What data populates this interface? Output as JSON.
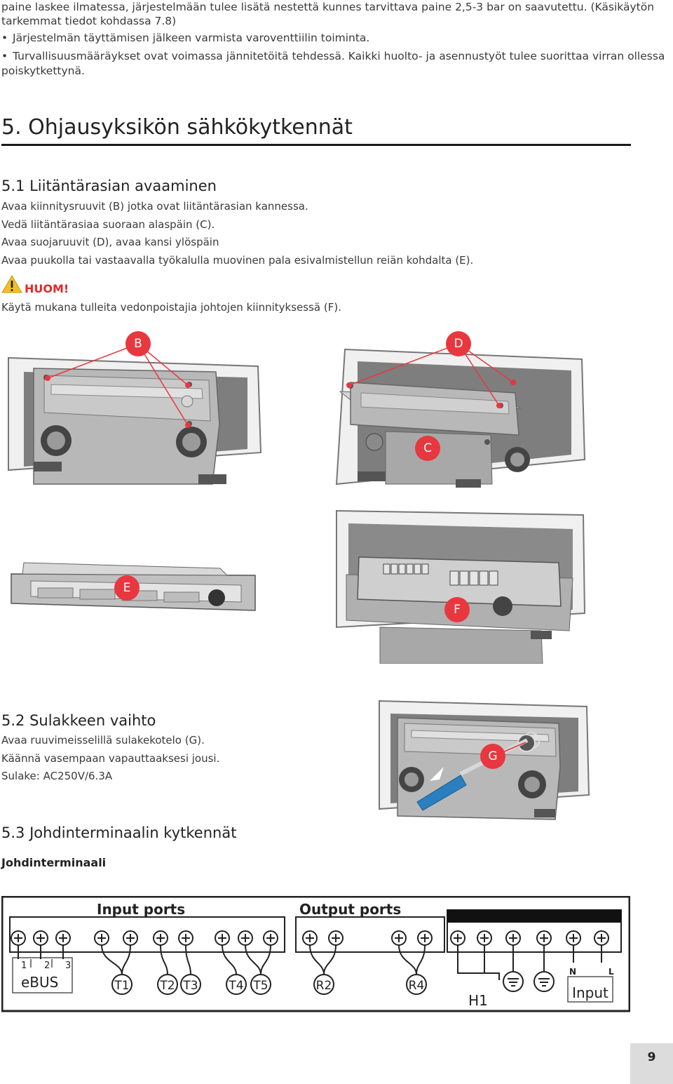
{
  "intro": {
    "line1": "paine laskee ilmatessa, järjestelmään tulee lisätä nestettä kunnes tarvittava paine 2,5-3 bar on saavutettu. (Käsikäytön",
    "line2": "tarkemmat tiedot kohdassa 7.8)",
    "bullet1": "Järjestelmän täyttämisen jälkeen varmista varoventtiilin toiminta.",
    "bullet2": "Turvallisuusmääräykset ovat voimassa jännitetöitä tehdessä. Kaikki huolto- ja asennustyöt tulee suorittaa virran ollessa",
    "bullet2_cont": "poiskytkettynä."
  },
  "section5": {
    "title": "5. Ohjausyksikön sähkökytkennät"
  },
  "section51": {
    "title": "5.1 Liitäntärasian avaaminen",
    "steps": [
      "Avaa kiinnitysruuvit (B) jotka ovat liitäntärasian kannessa.",
      "Vedä liitäntärasiaa suoraan alaspäin (C).",
      "Avaa suojaruuvit (D), avaa kansi ylöspäin",
      "Avaa puukolla tai vastaavalla työkalulla muovinen pala esivalmistellun reiän kohdalta (E)."
    ],
    "warning_label": "HUOM!",
    "warning_text": "Käytä mukana tulleita vedonpoistajia johtojen kiinnityksessä (F)."
  },
  "markers": {
    "b": "B",
    "c": "C",
    "d": "D",
    "e": "E",
    "f": "F",
    "g": "G"
  },
  "section52": {
    "title": "5.2 Sulakkeen vaihto",
    "lines": [
      "Avaa ruuvimeisselillä sulakekotelo (G).",
      "Käännä vasempaan vapauttaaksesi jousi.",
      "Sulake: AC250V/6.3A"
    ]
  },
  "section53": {
    "title": "5.3 Johdinterminaalin kytkennät",
    "subtitle": "Johdinterminaali"
  },
  "terminal": {
    "input_ports": "Input ports",
    "output_ports": "Output ports",
    "ebus_pins": [
      "1",
      "2",
      "3"
    ],
    "ebus": "eBUS",
    "t1": "T1",
    "t2": "T2",
    "t3": "T3",
    "t4": "T4",
    "t5": "T5",
    "r2": "R2",
    "r4": "R4",
    "h1": "H1",
    "n": "N",
    "l": "L",
    "input": "Input"
  },
  "page_number": "9",
  "colors": {
    "marker": "#e8373f",
    "warning": "#e02a2a",
    "screwdriver": "#2a7fc0"
  }
}
